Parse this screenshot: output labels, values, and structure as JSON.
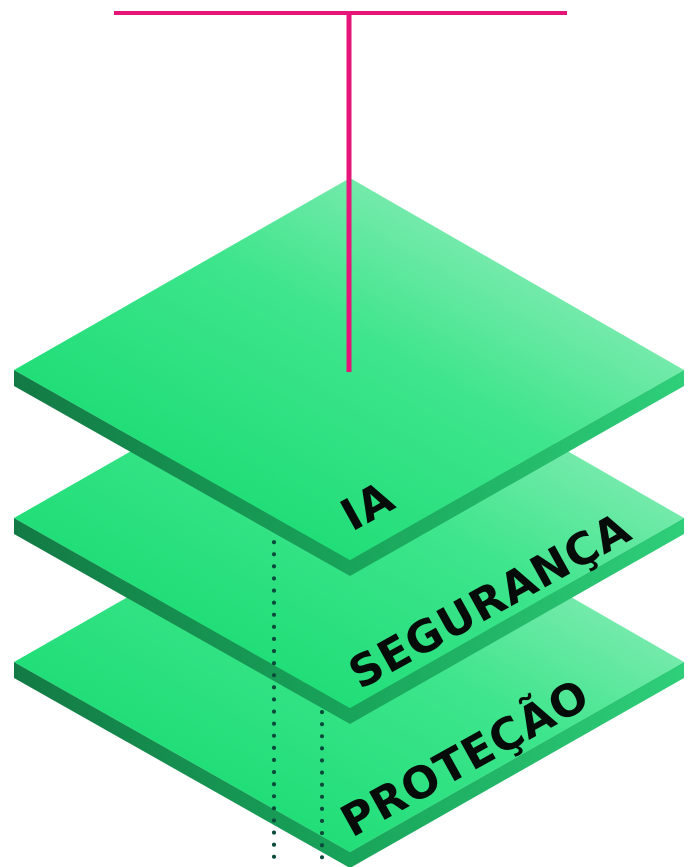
{
  "layers": {
    "top": {
      "label": "IA"
    },
    "middle": {
      "label": "SEGURANÇA"
    },
    "bottom": {
      "label": "PROTEÇÃO"
    }
  },
  "colors": {
    "accent_line": "#e6157a",
    "layer_face_light": "#a8ecc6",
    "layer_face": "#1fe07a",
    "layer_side": "#15914f",
    "dotted_line": "#0b4a3a",
    "text": "#050b08"
  }
}
